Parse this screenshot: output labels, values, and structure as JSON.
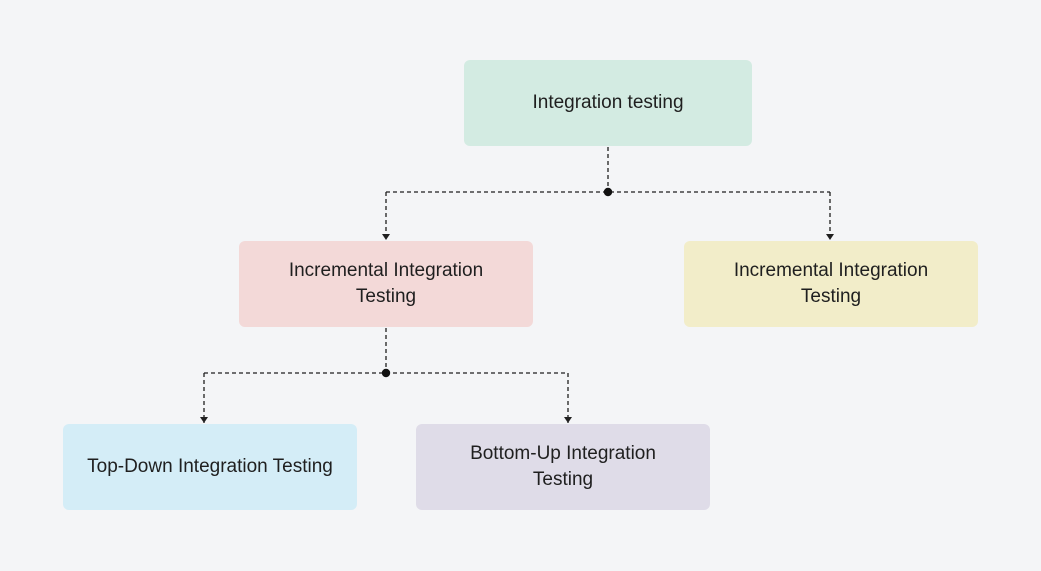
{
  "nodes": {
    "root": {
      "label": "Integration testing",
      "color": "#d3ebe2"
    },
    "incremental_left": {
      "label": "Incremental Integration Testing",
      "color": "#f3d9d8"
    },
    "incremental_right": {
      "label": "Incremental Integration Testing",
      "color": "#f2edc9"
    },
    "top_down": {
      "label": "Top-Down Integration Testing",
      "color": "#d4edf7"
    },
    "bottom_up": {
      "label": "Bottom-Up Integration Testing",
      "color": "#dfdce8"
    }
  },
  "connector": {
    "style": "dashed",
    "color": "#1f1f1f"
  }
}
